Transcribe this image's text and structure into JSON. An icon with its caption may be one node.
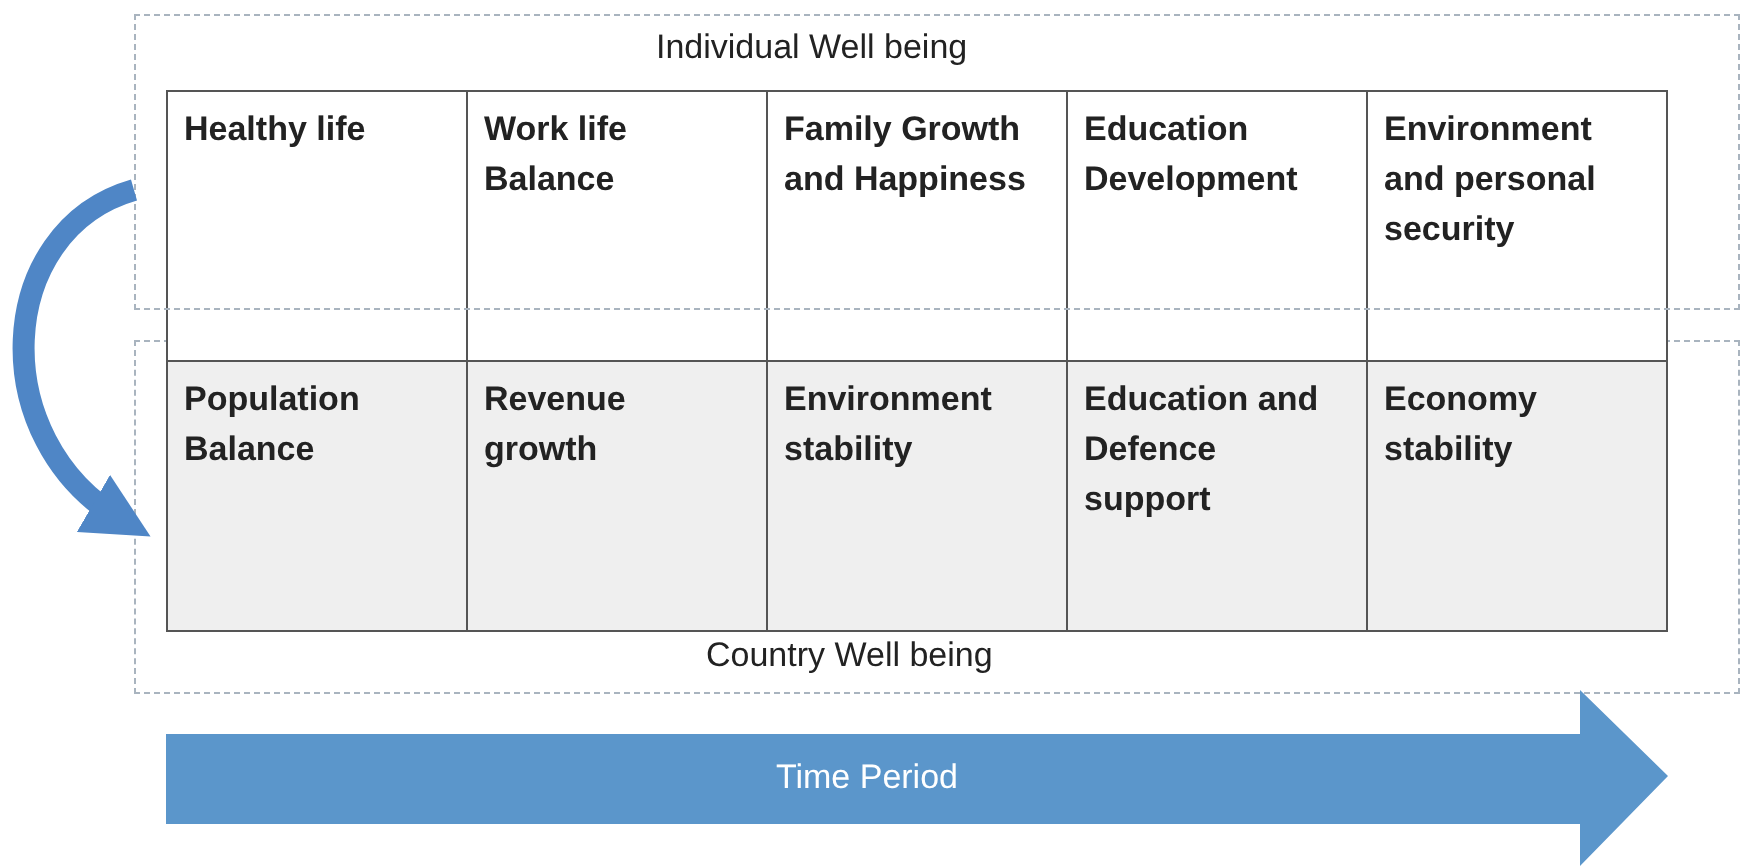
{
  "diagram": {
    "nodes": [
      {
        "text": [
          "Individual Well being"
        ]
      },
      {
        "text": [
          "Healthy life"
        ]
      },
      {
        "text": [
          "Work life Balance"
        ]
      },
      {
        "text": [
          "Family Growth and Happiness"
        ]
      },
      {
        "text": [
          "Education Development"
        ]
      },
      {
        "text": [
          "Environment and personal security"
        ]
      },
      {
        "text": [
          "Country Well being"
        ]
      },
      {
        "text": [
          "Population Balance"
        ],
        "in": 6
      },
      {
        "text": [
          "Revenue growth"
        ],
        "in": 6
      },
      {
        "text": [
          "Environment stability"
        ],
        "in": 6
      },
      {
        "text": [
          "Education and Defence support"
        ],
        "in": 6
      },
      {
        "text": [
          "Economy stability"
        ],
        "in": 6
      },
      {
        "text": [
          "Time Period"
        ]
      }
    ],
    "edges": [
      {
        "from": 0,
        "to": 6,
        "arrow": "to",
        "color": "#4f86c6"
      }
    ]
  }
}
